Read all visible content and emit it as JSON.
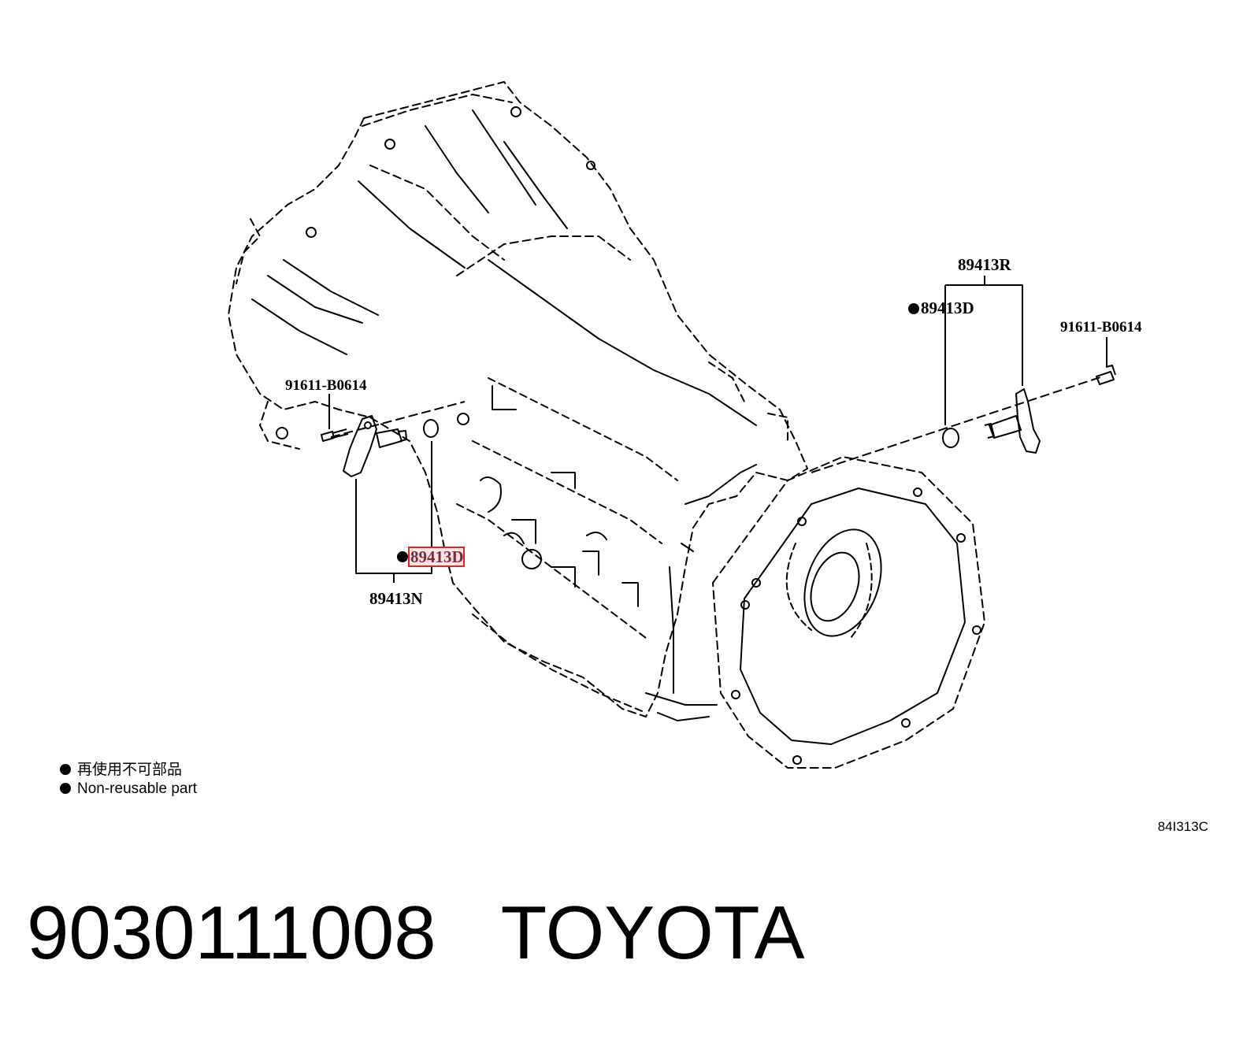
{
  "labels": {
    "sensor_assembly_rear": "89413R",
    "gasket_rear": "89413D",
    "bolt_rear": "91611-B0614",
    "bolt_front": "91611-B0614",
    "gasket_front_highlighted": "89413D",
    "sensor_assembly_front": "89413N"
  },
  "legend": [
    {
      "text": "再使用不可部品"
    },
    {
      "text": "Non-reusable part"
    }
  ],
  "diagram_code": "84I313C",
  "footer": {
    "part_number": "9030111008",
    "brand": "TOYOTA"
  },
  "colors": {
    "ink": "#000000",
    "highlight_border": "#e0242a",
    "highlight_fill": "#fbe3e3"
  }
}
